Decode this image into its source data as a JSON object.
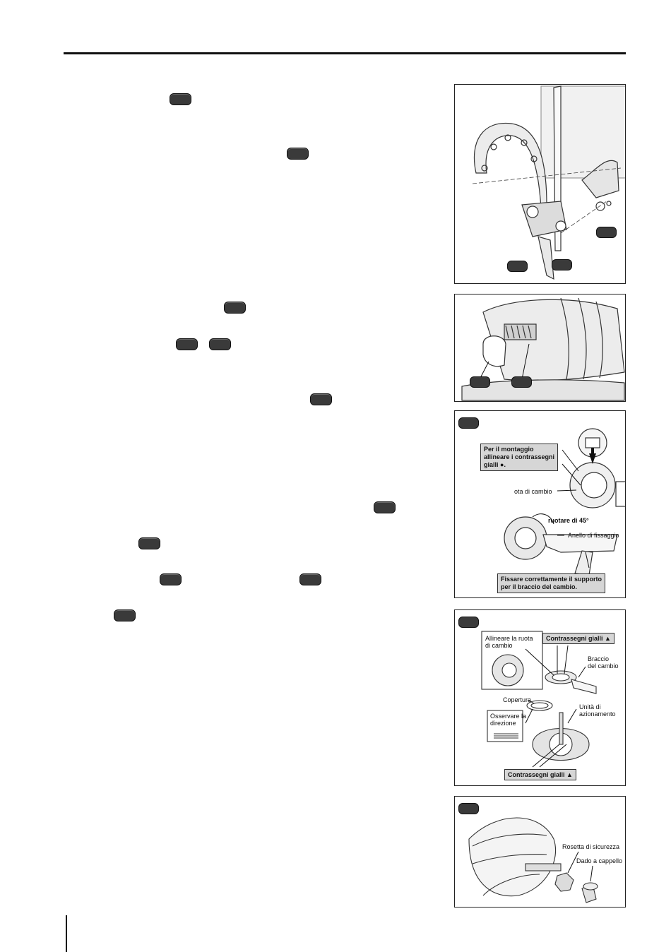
{
  "fig3": {
    "note_line1": "Per il montaggio",
    "note_line2": "allineare i contrassegni",
    "note_line3": "gialli ●.",
    "ruota": "ota di cambio",
    "rotate": "ruotare di 45°",
    "anello": "Anello di fissaggio",
    "fix_line1": "Fissare correttamente il supporto",
    "fix_line2": "per il braccio del cambio."
  },
  "fig4": {
    "allinea_line1": "Allineare la ruota",
    "allinea_line2": "di cambio",
    "contrassegni_top": "Contrassegni gialli ▲",
    "braccio_line1": "Braccio",
    "braccio_line2": "del cambio",
    "copertura": "Copertura",
    "osservare_line1": "Osservare la",
    "osservare_line2": "direzione",
    "unita_line1": "Unità di",
    "unita_line2": "azionamento",
    "contrassegni_bottom": "Contrassegni gialli ▲"
  },
  "fig5": {
    "rosetta": "Rosetta di sicurezza",
    "dado": "Dado a cappello"
  }
}
